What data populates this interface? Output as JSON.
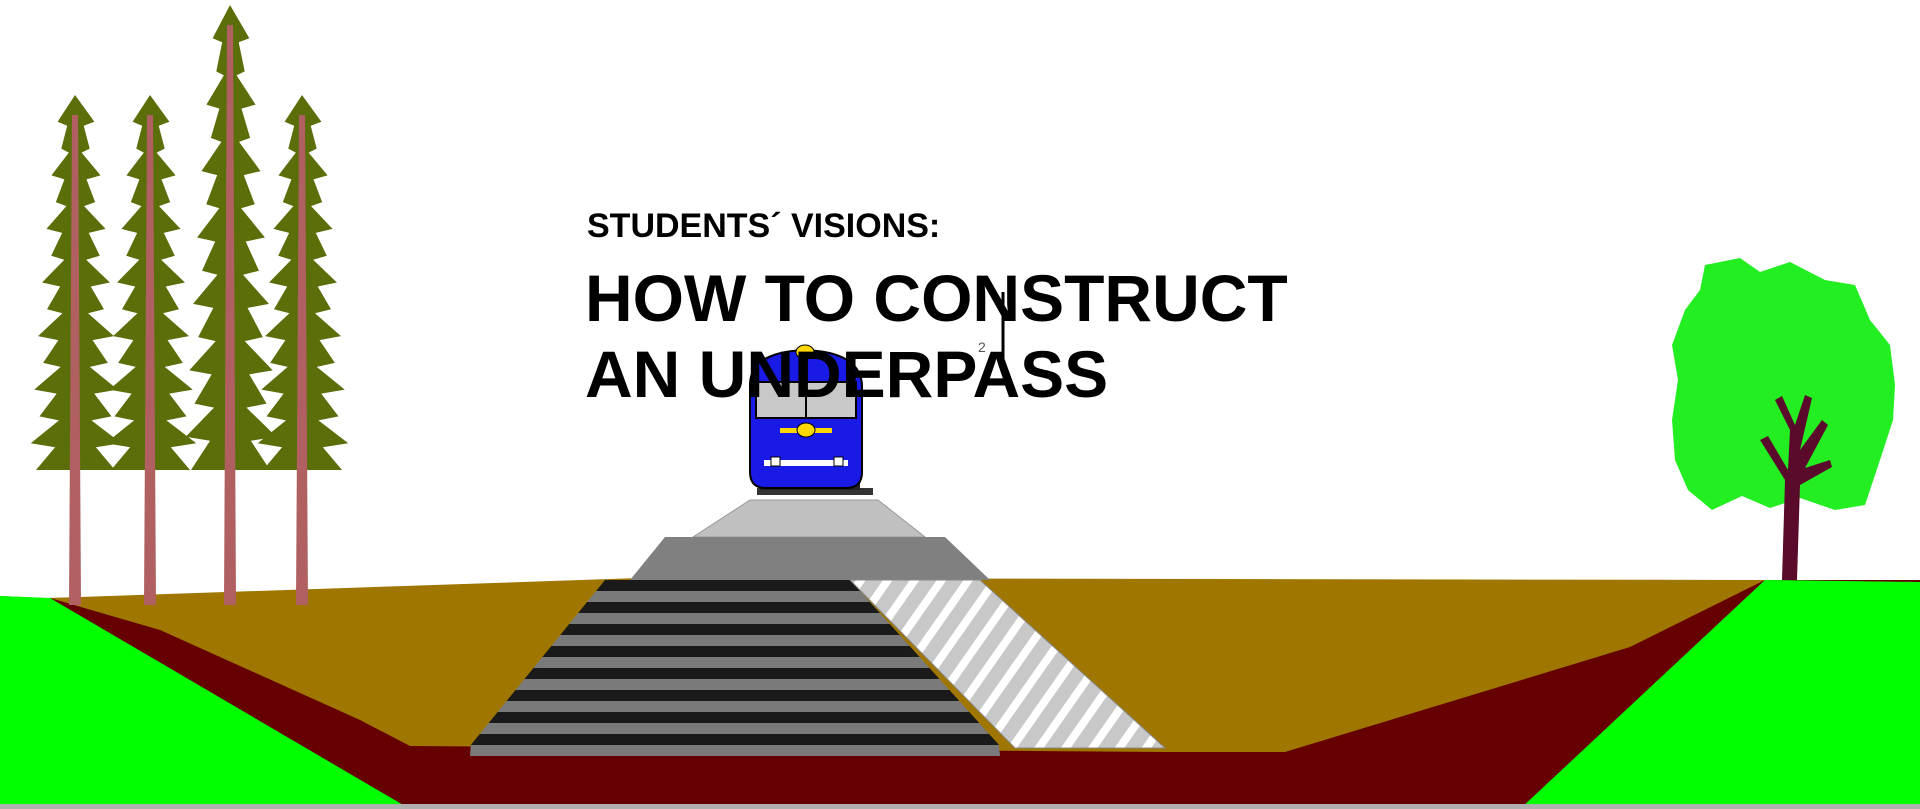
{
  "header": {
    "subtitle": "STUDENTS´ VISIONS:",
    "title_line1": "HOW TO CONSTRUCT",
    "title_line2": "AN UNDERPASS"
  },
  "colors": {
    "sky": "#ffffff",
    "grass": "#00ff00",
    "soil_dark": "#660000",
    "soil_fill": "#9e7600",
    "embankment_top": "#c0c0c0",
    "embankment_mid": "#808080",
    "train_body": "#1a1ae6",
    "conifer_foliage": "#5a6e0a",
    "conifer_trunk": "#b06060",
    "deciduous_foliage": "#22ee22",
    "deciduous_trunk": "#5a0a2a"
  },
  "icons": {
    "train": "train-front-icon",
    "conifer": "conifer-tree-icon",
    "deciduous": "deciduous-tree-icon"
  }
}
